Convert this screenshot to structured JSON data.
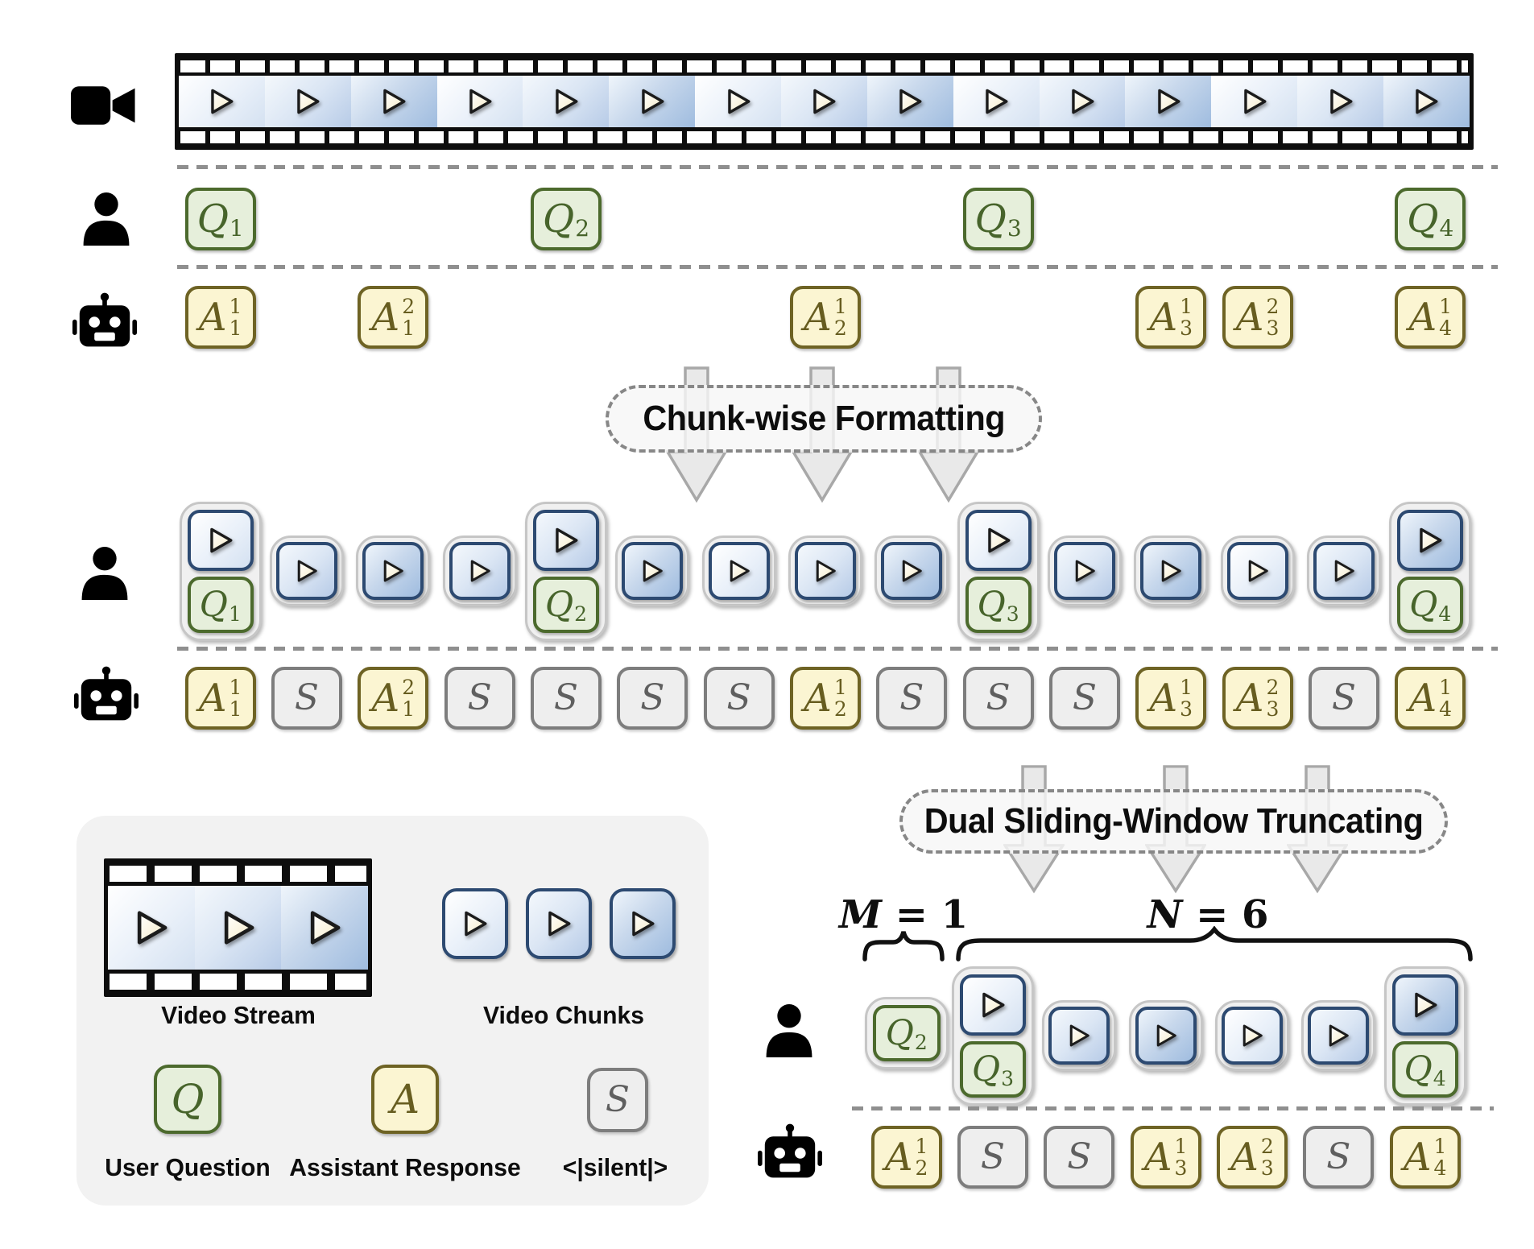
{
  "figure": {
    "letters": {
      "question": "Q",
      "answer": "A",
      "silent": "S"
    },
    "steps": {
      "step1_label": "Chunk-wise Formatting",
      "step2_label": "Dual Sliding-Window Truncating"
    },
    "top": {
      "film_frames": 15,
      "film_tones": [
        0,
        1,
        2,
        0,
        1,
        2,
        0,
        1,
        2,
        0,
        1,
        2,
        0,
        1,
        2
      ],
      "questions": [
        {
          "sub": "1",
          "col": 1
        },
        {
          "sub": "2",
          "col": 5
        },
        {
          "sub": "3",
          "col": 10
        },
        {
          "sub": "4",
          "col": 15
        }
      ],
      "answers": [
        {
          "sub": "1",
          "sup": "1",
          "col": 1
        },
        {
          "sub": "1",
          "sup": "2",
          "col": 3
        },
        {
          "sub": "2",
          "sup": "1",
          "col": 8
        },
        {
          "sub": "3",
          "sup": "1",
          "col": 12
        },
        {
          "sub": "3",
          "sup": "2",
          "col": 13
        },
        {
          "sub": "4",
          "sup": "1",
          "col": 15
        }
      ]
    },
    "formatted": {
      "user": [
        {
          "kind": "chunk_q",
          "q_sub": "1",
          "tone": 0
        },
        {
          "kind": "chunk",
          "tone": 1
        },
        {
          "kind": "chunk",
          "tone": 2
        },
        {
          "kind": "chunk",
          "tone": 1
        },
        {
          "kind": "chunk_q",
          "q_sub": "2",
          "tone": 1
        },
        {
          "kind": "chunk",
          "tone": 2
        },
        {
          "kind": "chunk",
          "tone": 0
        },
        {
          "kind": "chunk",
          "tone": 1
        },
        {
          "kind": "chunk",
          "tone": 2
        },
        {
          "kind": "chunk_q",
          "q_sub": "3",
          "tone": 0
        },
        {
          "kind": "chunk",
          "tone": 1
        },
        {
          "kind": "chunk",
          "tone": 2
        },
        {
          "kind": "chunk",
          "tone": 0
        },
        {
          "kind": "chunk",
          "tone": 1
        },
        {
          "kind": "chunk_q",
          "q_sub": "4",
          "tone": 2
        }
      ],
      "assistant": [
        {
          "kind": "answer",
          "sub": "1",
          "sup": "1"
        },
        {
          "kind": "silent"
        },
        {
          "kind": "answer",
          "sub": "1",
          "sup": "2"
        },
        {
          "kind": "silent"
        },
        {
          "kind": "silent"
        },
        {
          "kind": "silent"
        },
        {
          "kind": "silent"
        },
        {
          "kind": "answer",
          "sub": "2",
          "sup": "1"
        },
        {
          "kind": "silent"
        },
        {
          "kind": "silent"
        },
        {
          "kind": "silent"
        },
        {
          "kind": "answer",
          "sub": "3",
          "sup": "1"
        },
        {
          "kind": "answer",
          "sub": "3",
          "sup": "2"
        },
        {
          "kind": "silent"
        },
        {
          "kind": "answer",
          "sub": "4",
          "sup": "1"
        }
      ]
    },
    "truncated": {
      "m_var": "M",
      "m_rest": " = 1",
      "n_var": "N",
      "n_rest": " = 6",
      "user": [
        {
          "kind": "q_only",
          "q_sub": "2"
        },
        {
          "kind": "chunk_q",
          "q_sub": "3",
          "tone": 0
        },
        {
          "kind": "chunk",
          "tone": 1
        },
        {
          "kind": "chunk",
          "tone": 2
        },
        {
          "kind": "chunk",
          "tone": 0
        },
        {
          "kind": "chunk",
          "tone": 1
        },
        {
          "kind": "chunk_q",
          "q_sub": "4",
          "tone": 2
        }
      ],
      "assistant": [
        {
          "kind": "answer",
          "sub": "2",
          "sup": "1"
        },
        {
          "kind": "silent"
        },
        {
          "kind": "silent"
        },
        {
          "kind": "answer",
          "sub": "3",
          "sup": "1"
        },
        {
          "kind": "answer",
          "sub": "3",
          "sup": "2"
        },
        {
          "kind": "silent"
        },
        {
          "kind": "answer",
          "sub": "4",
          "sup": "1"
        }
      ]
    },
    "legend": {
      "video_stream_label": "Video Stream",
      "video_chunks_label": "Video Chunks",
      "legend_film_tones": [
        0,
        1,
        2
      ],
      "legend_chunk_tones": [
        0,
        1,
        2
      ],
      "question": {
        "label": "User Question"
      },
      "answer": {
        "label": "Assistant Response"
      },
      "silent": {
        "label": "<|silent|>"
      }
    },
    "colors": {
      "question_fill": "#e6efdb",
      "question_border": "#4c6a2d",
      "answer_fill": "#fbf5d2",
      "answer_border": "#6e6324",
      "silent_fill": "#eeeeee",
      "silent_border": "#7d7d7d",
      "chunk_border": "#2d4a71",
      "chunk_blue": "#9fbcdf",
      "capsule_border": "#c6c6c6",
      "separator": "#8f8f8f",
      "legend_bg": "#f2f2f2",
      "arrow_fill": "#e9e9e9",
      "text": "#111111"
    }
  }
}
